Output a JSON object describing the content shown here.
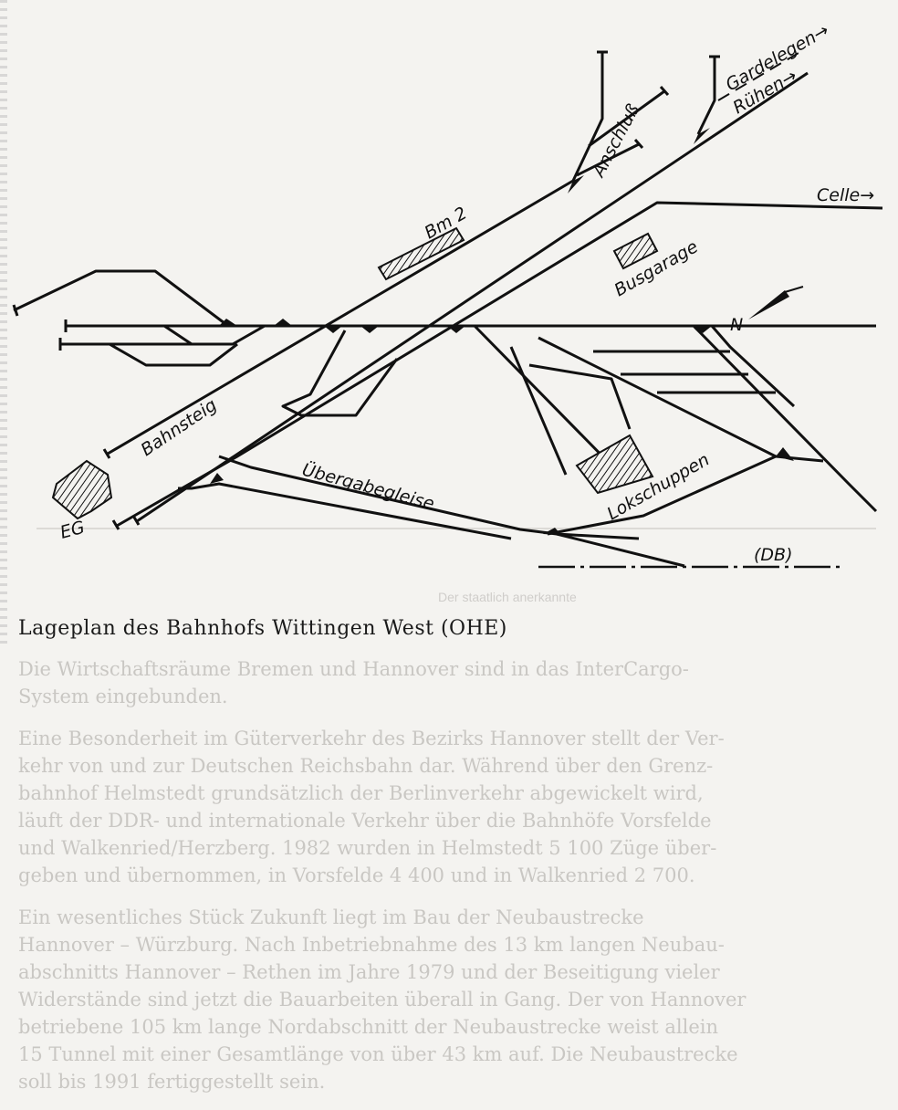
{
  "caption": "Lageplan des Bahnhofs Wittingen West (OHE)",
  "labels": {
    "anschluss": "Anschluß",
    "gardelegen": "Gardelegen→",
    "ruehen": "Rühen→",
    "celle": "Celle→",
    "bm2": "Bm 2",
    "busgarage": "Busgarage",
    "north": "N",
    "bahnsteig": "Bahnsteig",
    "uebergabegleise": "Übergabegleise",
    "lokschuppen": "Lokschuppen",
    "eg": "EG",
    "db": "(DB)"
  },
  "background_text": [
    "Die Wirtschaftsräume Bremen und Hannover sind in das InterCargo-",
    "System eingebunden.",
    "",
    "Eine Besonderheit im Güterverkehr des Bezirks Hannover stellt der Ver-",
    "kehr von und zur Deutschen Reichsbahn dar. Während über den Grenz-",
    "bahnhof Helmstedt grundsätzlich der Berlinverkehr abgewickelt wird,",
    "läuft der DDR- und internationale Verkehr über die Bahnhöfe Vorsfelde",
    "und Walkenried/Herzberg. 1982 wurden in Helmstedt 5 100 Züge über-",
    "geben und übernommen, in Vorsfelde 4 400 und in Walkenried 2 700.",
    "",
    "Ein wesentliches Stück Zukunft liegt im Bau der Neubaustrecke",
    "Hannover – Würzburg. Nach Inbetriebnahme des 13 km langen Neubau-",
    "abschnitts Hannover – Rethen im Jahre 1979 und der Beseitigung vieler",
    "Widerstände sind jetzt die Bauarbeiten überall in Gang. Der von Hannover",
    "betriebene 105 km lange Nordabschnitt der Neubaustrecke weist allein",
    "15 Tunnel mit einer Gesamtlänge von über 43 km auf. Die Neubaustrecke",
    "soll bis 1991 fertiggestellt sein."
  ],
  "background_faint": "Der staatlich anerkannte"
}
